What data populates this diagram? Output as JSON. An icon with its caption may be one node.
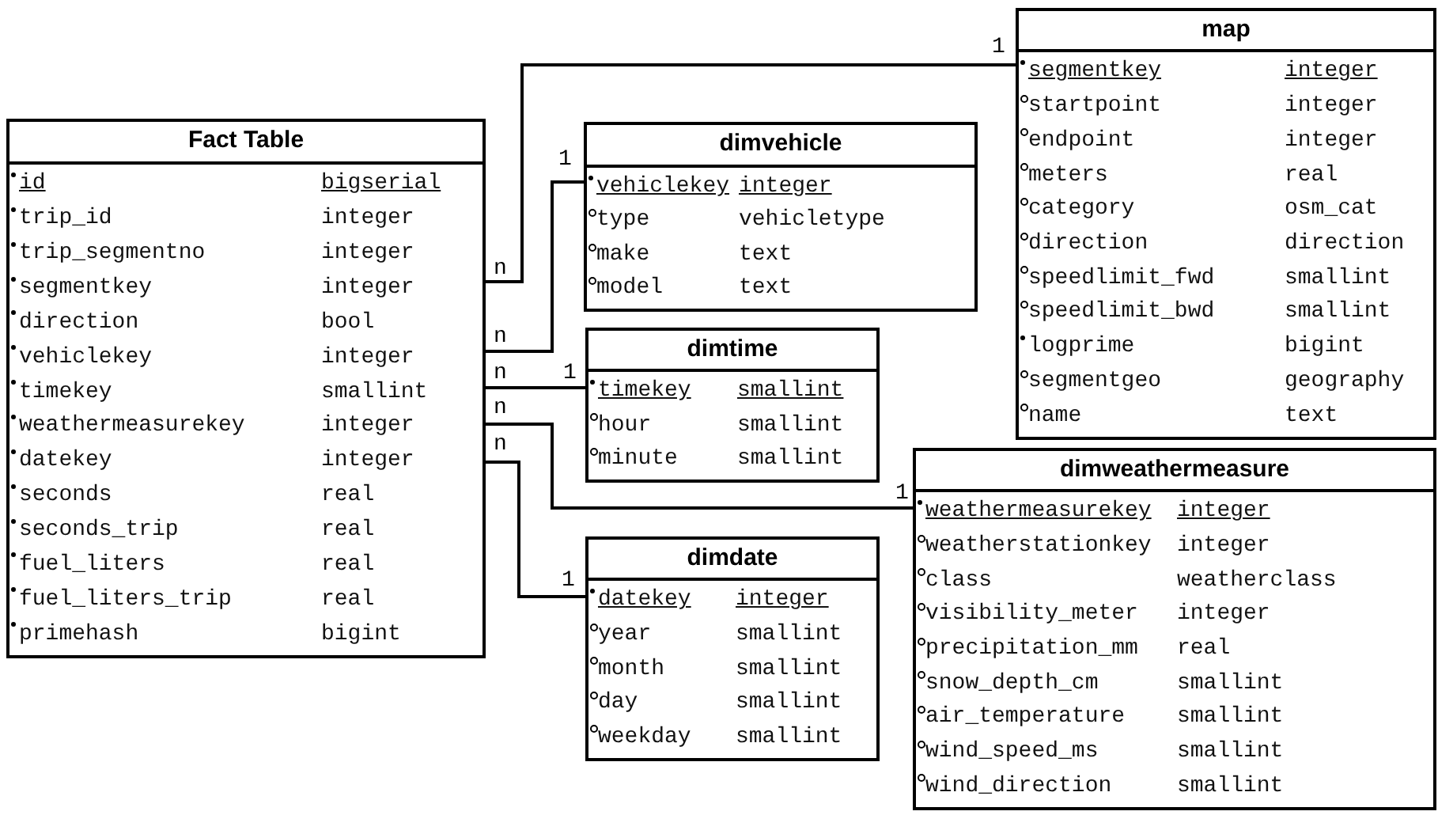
{
  "diagram": {
    "nodes": [
      {
        "text": [
          "map",
          "segmentkey",
          "integer",
          "startpoint",
          "integer",
          "endpoint",
          "integer",
          "meters",
          "real",
          "category",
          "osm_cat",
          "direction",
          "direction",
          "speedlimit_fwd",
          "smallint",
          "speedlimit_bwd",
          "smallint",
          "logprime",
          "bigint",
          "segmentgeo",
          "geography",
          "name",
          "text"
        ]
      },
      {
        "text": [
          "Fact Table",
          "id",
          "bigserial",
          "trip_id",
          "integer",
          "trip_segmentno",
          "integer",
          "segmentkey",
          "integer",
          "direction",
          "bool",
          "vehiclekey",
          "integer",
          "timekey",
          "smallint",
          "weathermeasurekey",
          "integer",
          "datekey",
          "integer",
          "seconds",
          "real",
          "seconds_trip",
          "real",
          "fuel_liters",
          "real",
          "fuel_liters_trip",
          "real",
          "primehash",
          "bigint"
        ]
      },
      {
        "text": [
          "dimvehicle",
          "vehiclekey",
          "integer",
          "type",
          "vehicletype",
          "make",
          "text",
          "model",
          "text"
        ]
      },
      {
        "text": [
          "dimtime",
          "timekey",
          "smallint",
          "hour",
          "smallint",
          "minute",
          "smallint"
        ]
      },
      {
        "text": [
          "dimweathermeasure",
          "weathermeasurekey",
          "integer",
          "weatherstationkey",
          "integer",
          "class",
          "weatherclass",
          "visibility_meter",
          "integer",
          "precipitation_mm",
          "real",
          "snow_depth_cm",
          "smallint",
          "air_temperature",
          "smallint",
          "wind_speed_ms",
          "smallint",
          "wind_direction",
          "smallint"
        ]
      },
      {
        "text": [
          "dimdate",
          "datekey",
          "integer",
          "year",
          "smallint",
          "month",
          "smallint",
          "day",
          "smallint",
          "weekday",
          "smallint"
        ]
      }
    ],
    "edges": [
      {
        "from": 1,
        "to": 0,
        "arrow": "none"
      },
      {
        "from": 1,
        "to": 2,
        "arrow": "none"
      },
      {
        "from": 1,
        "to": 3,
        "arrow": "none"
      },
      {
        "from": 1,
        "to": 4,
        "arrow": "none"
      },
      {
        "from": 1,
        "to": 5,
        "arrow": "none"
      }
    ],
    "labels": [
      "1",
      "1",
      "n",
      "n",
      "n",
      "1",
      "n",
      "n",
      "1",
      "1"
    ]
  }
}
